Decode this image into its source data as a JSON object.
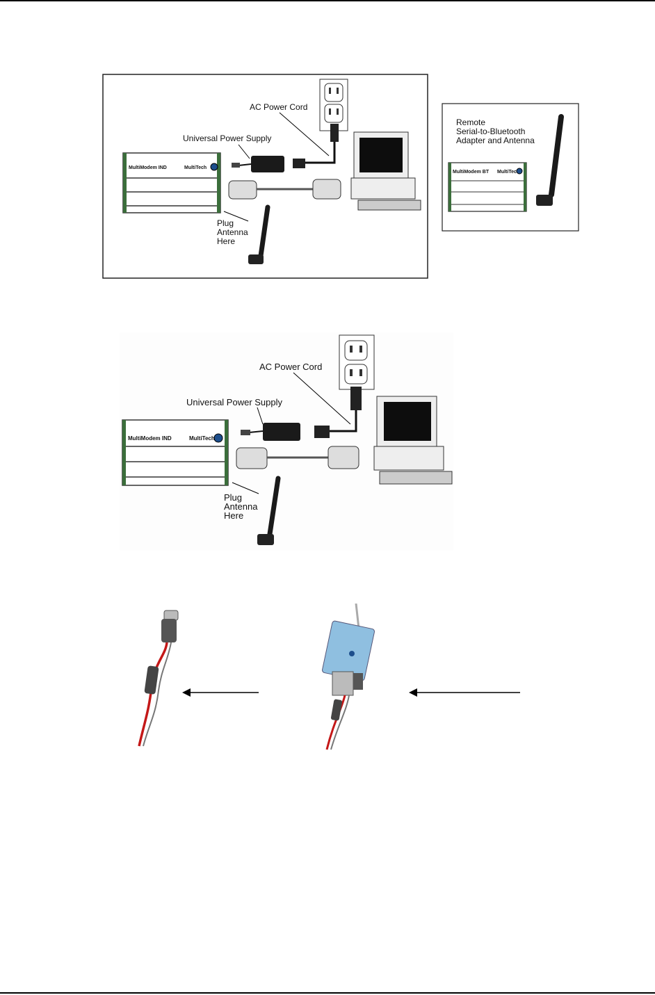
{
  "figure1": {
    "ac_power_cord": "AC Power Cord",
    "universal_power_supply": "Universal Power Supply",
    "plug_antenna": [
      "Plug",
      "Antenna",
      "Here"
    ],
    "modem_brand": "MultiModem",
    "modem_model": "IND",
    "maker_logo": "MultiTech"
  },
  "figure1_inset": {
    "caption_lines": [
      "Remote",
      "Serial-to-Bluetooth",
      "Adapter and Antenna"
    ],
    "device_brand": "MultiModem",
    "device_model": "BT",
    "maker_logo": "MultiTech"
  },
  "figure2": {
    "ac_power_cord": "AC Power Cord",
    "universal_power_supply": "Universal Power Supply",
    "plug_antenna": [
      "Plug",
      "Antenna",
      "Here"
    ],
    "modem_brand": "MultiModem",
    "modem_model": "IND",
    "maker_logo": "MultiTech"
  },
  "figure3": {
    "items": [
      "power-cable",
      "modem-with-cable"
    ]
  }
}
